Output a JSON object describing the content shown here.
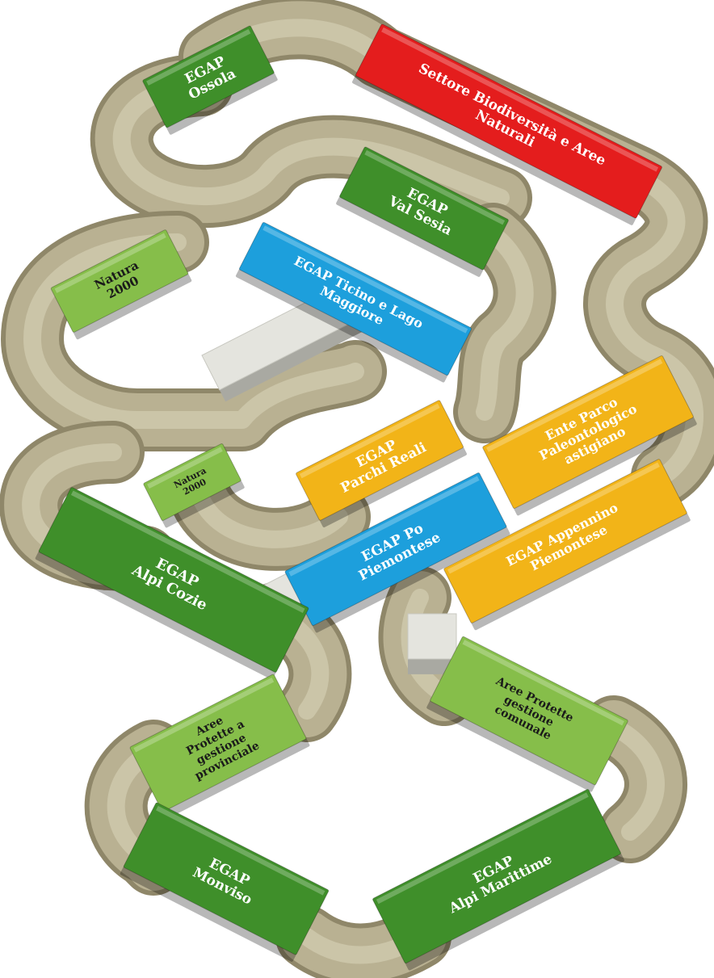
{
  "diagram": {
    "colors": {
      "track": "#b9b192",
      "track_dark": "#8f8769",
      "track_light": "#d3cdb2",
      "red": "#e41d1d",
      "green_dark": "#3f8f2a",
      "green_light": "#86be4a",
      "blue": "#1d9fdc",
      "orange": "#f2b418",
      "white": "#e4e4de"
    },
    "blocks": [
      {
        "id": "egap-ossola",
        "lines": [
          "EGAP",
          "Ossola"
        ],
        "color": "green_dark",
        "text_color": "#ffffff"
      },
      {
        "id": "settore-biodiversita",
        "lines": [
          "Settore Biodiversità e Aree",
          "Naturali"
        ],
        "color": "red",
        "text_color": "#ffffff"
      },
      {
        "id": "egap-val-sesia",
        "lines": [
          "EGAP",
          "Val Sesia"
        ],
        "color": "green_dark",
        "text_color": "#ffffff"
      },
      {
        "id": "natura-2000-upper",
        "lines": [
          "Natura",
          "2000"
        ],
        "color": "green_light",
        "text_color": "#1a1a1a"
      },
      {
        "id": "egap-ticino",
        "lines": [
          "EGAP Ticino e Lago",
          "Maggiore"
        ],
        "color": "blue",
        "text_color": "#ffffff"
      },
      {
        "id": "egap-parchi-reali",
        "lines": [
          "EGAP",
          "Parchi Reali"
        ],
        "color": "orange",
        "text_color": "#ffffff"
      },
      {
        "id": "ente-paleontologico",
        "lines": [
          "Ente Parco",
          "Paleontologico",
          "astigiano"
        ],
        "color": "orange",
        "text_color": "#ffffff"
      },
      {
        "id": "natura-2000-lower",
        "lines": [
          "Natura",
          "2000"
        ],
        "color": "green_light",
        "text_color": "#1a1a1a"
      },
      {
        "id": "egap-po",
        "lines": [
          "EGAP Po",
          "Piemontese"
        ],
        "color": "blue",
        "text_color": "#ffffff"
      },
      {
        "id": "egap-appennino",
        "lines": [
          "EGAP Appennino",
          "Piemontese"
        ],
        "color": "orange",
        "text_color": "#ffffff"
      },
      {
        "id": "egap-alpi-cozie",
        "lines": [
          "EGAP",
          "Alpi Cozie"
        ],
        "color": "green_dark",
        "text_color": "#ffffff"
      },
      {
        "id": "aree-protette-comunale",
        "lines": [
          "Aree Protette",
          "gestione",
          "comunale"
        ],
        "color": "green_light",
        "text_color": "#1a1a1a"
      },
      {
        "id": "aree-protette-provinciale",
        "lines": [
          "Aree",
          "Protette a",
          "gestione",
          "provinciale"
        ],
        "color": "green_light",
        "text_color": "#1a1a1a"
      },
      {
        "id": "egap-monviso",
        "lines": [
          "EGAP",
          "Monviso"
        ],
        "color": "green_dark",
        "text_color": "#ffffff"
      },
      {
        "id": "egap-alpi-marittime",
        "lines": [
          "EGAP",
          "Alpi Marittime"
        ],
        "color": "green_dark",
        "text_color": "#ffffff"
      }
    ]
  }
}
